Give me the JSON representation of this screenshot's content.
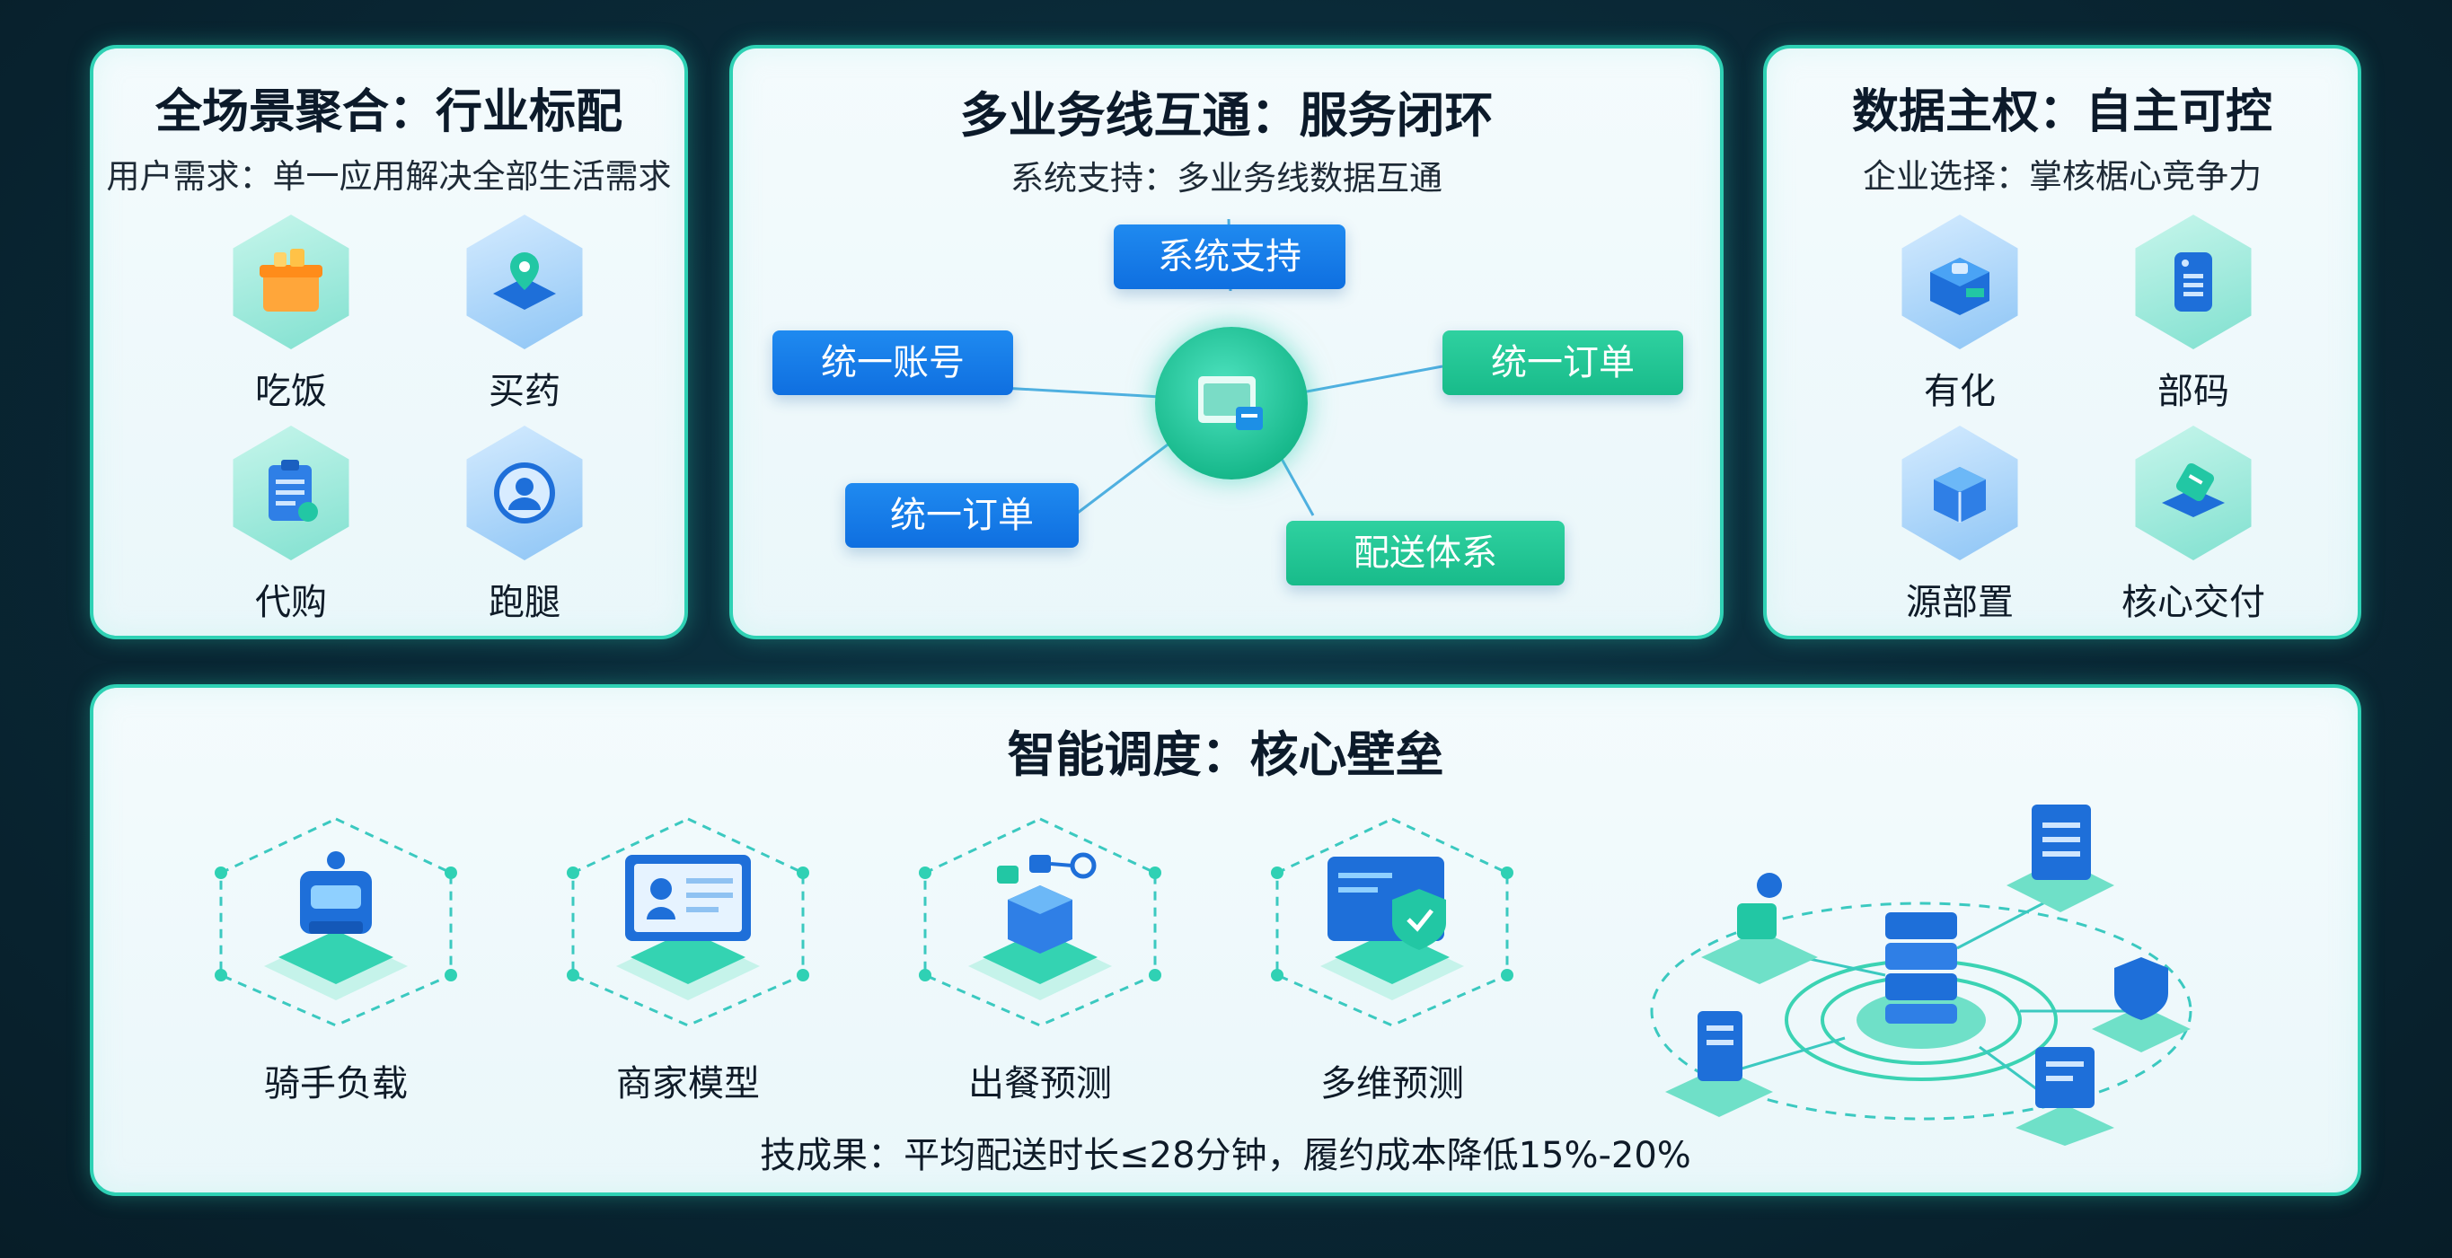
{
  "scenes": {
    "title": "全场景聚合：行业标配",
    "subtitle": "用户需求：单一应用解决全部生活需求",
    "items": [
      {
        "label": "吃饭",
        "icon": "food-box-icon"
      },
      {
        "label": "买药",
        "icon": "pharmacy-pin-icon"
      },
      {
        "label": "代购",
        "icon": "clipboard-icon"
      },
      {
        "label": "跑腿",
        "icon": "courier-person-icon"
      }
    ]
  },
  "business": {
    "title": "多业务线互通：服务闭环",
    "subtitle": "系统支持：多业务线数据互通",
    "nodes": {
      "system": "系统支持",
      "account": "统一账号",
      "order_right": "统一订单",
      "order_left": "统一订单",
      "delivery": "配送体系"
    },
    "hub_icon": "server-hub-icon"
  },
  "data": {
    "title": "数据主权：自主可控",
    "subtitle": "企业选择：掌核椐心竞争力",
    "items": [
      {
        "label": "有化",
        "icon": "cloud-box-icon"
      },
      {
        "label": "部码",
        "icon": "code-phone-icon"
      },
      {
        "label": "源部置",
        "icon": "deploy-cube-icon"
      },
      {
        "label": "核心交付",
        "icon": "core-delivery-icon"
      }
    ]
  },
  "dispatch": {
    "title": "智能调度：核心壁垒",
    "items": [
      {
        "label": "骑手负载",
        "icon": "robot-rider-icon"
      },
      {
        "label": "商家模型",
        "icon": "merchant-screen-icon"
      },
      {
        "label": "出餐预测",
        "icon": "cube-network-icon"
      },
      {
        "label": "多维预测",
        "icon": "shield-dashboard-icon"
      }
    ],
    "result": "技成果：平均配送时长≤28分钟，履约成本降低15%-20%",
    "network_icon": "data-center-network-icon"
  },
  "colors": {
    "background": "#0a2a38",
    "border_accent": "#2fd1b4",
    "node_blue": "#1479e8",
    "node_green": "#1fc495"
  }
}
